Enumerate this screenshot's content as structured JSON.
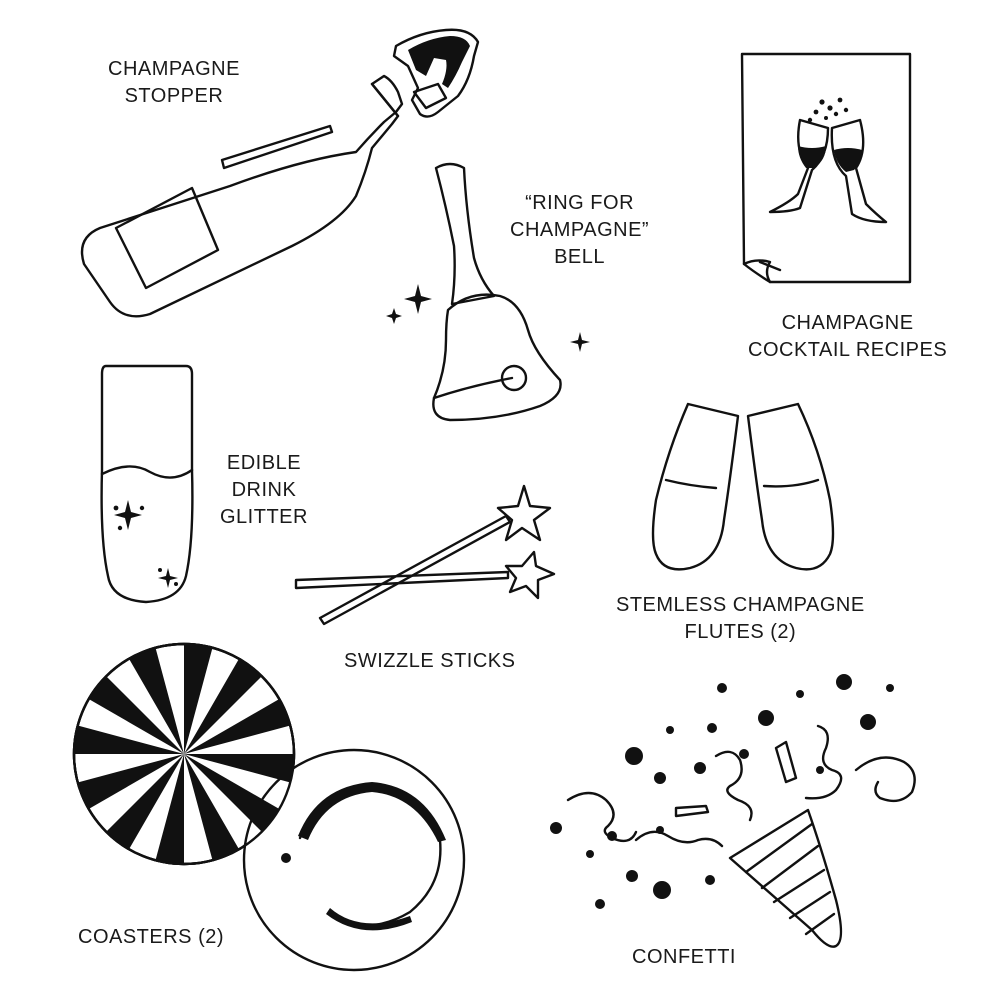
{
  "items": [
    {
      "id": "champagne-stopper",
      "lines": [
        "CHAMPAGNE",
        "STOPPER"
      ]
    },
    {
      "id": "ring-for-champagne-bell",
      "lines": [
        "“RING FOR",
        "CHAMPAGNE”",
        "BELL"
      ]
    },
    {
      "id": "champagne-cocktail-recipes",
      "lines": [
        "CHAMPAGNE",
        "COCKTAIL RECIPES"
      ]
    },
    {
      "id": "edible-drink-glitter",
      "lines": [
        "EDIBLE",
        "DRINK",
        "GLITTER"
      ]
    },
    {
      "id": "stemless-champagne-flutes",
      "lines": [
        "STEMLESS CHAMPAGNE",
        "FLUTES (2)"
      ]
    },
    {
      "id": "swizzle-sticks",
      "lines": [
        "SWIZZLE STICKS"
      ]
    },
    {
      "id": "coasters",
      "lines": [
        "COASTERS (2)"
      ]
    },
    {
      "id": "confetti",
      "lines": [
        "CONFETTI"
      ]
    }
  ],
  "colors": {
    "ink": "#111111",
    "background": "#ffffff"
  }
}
